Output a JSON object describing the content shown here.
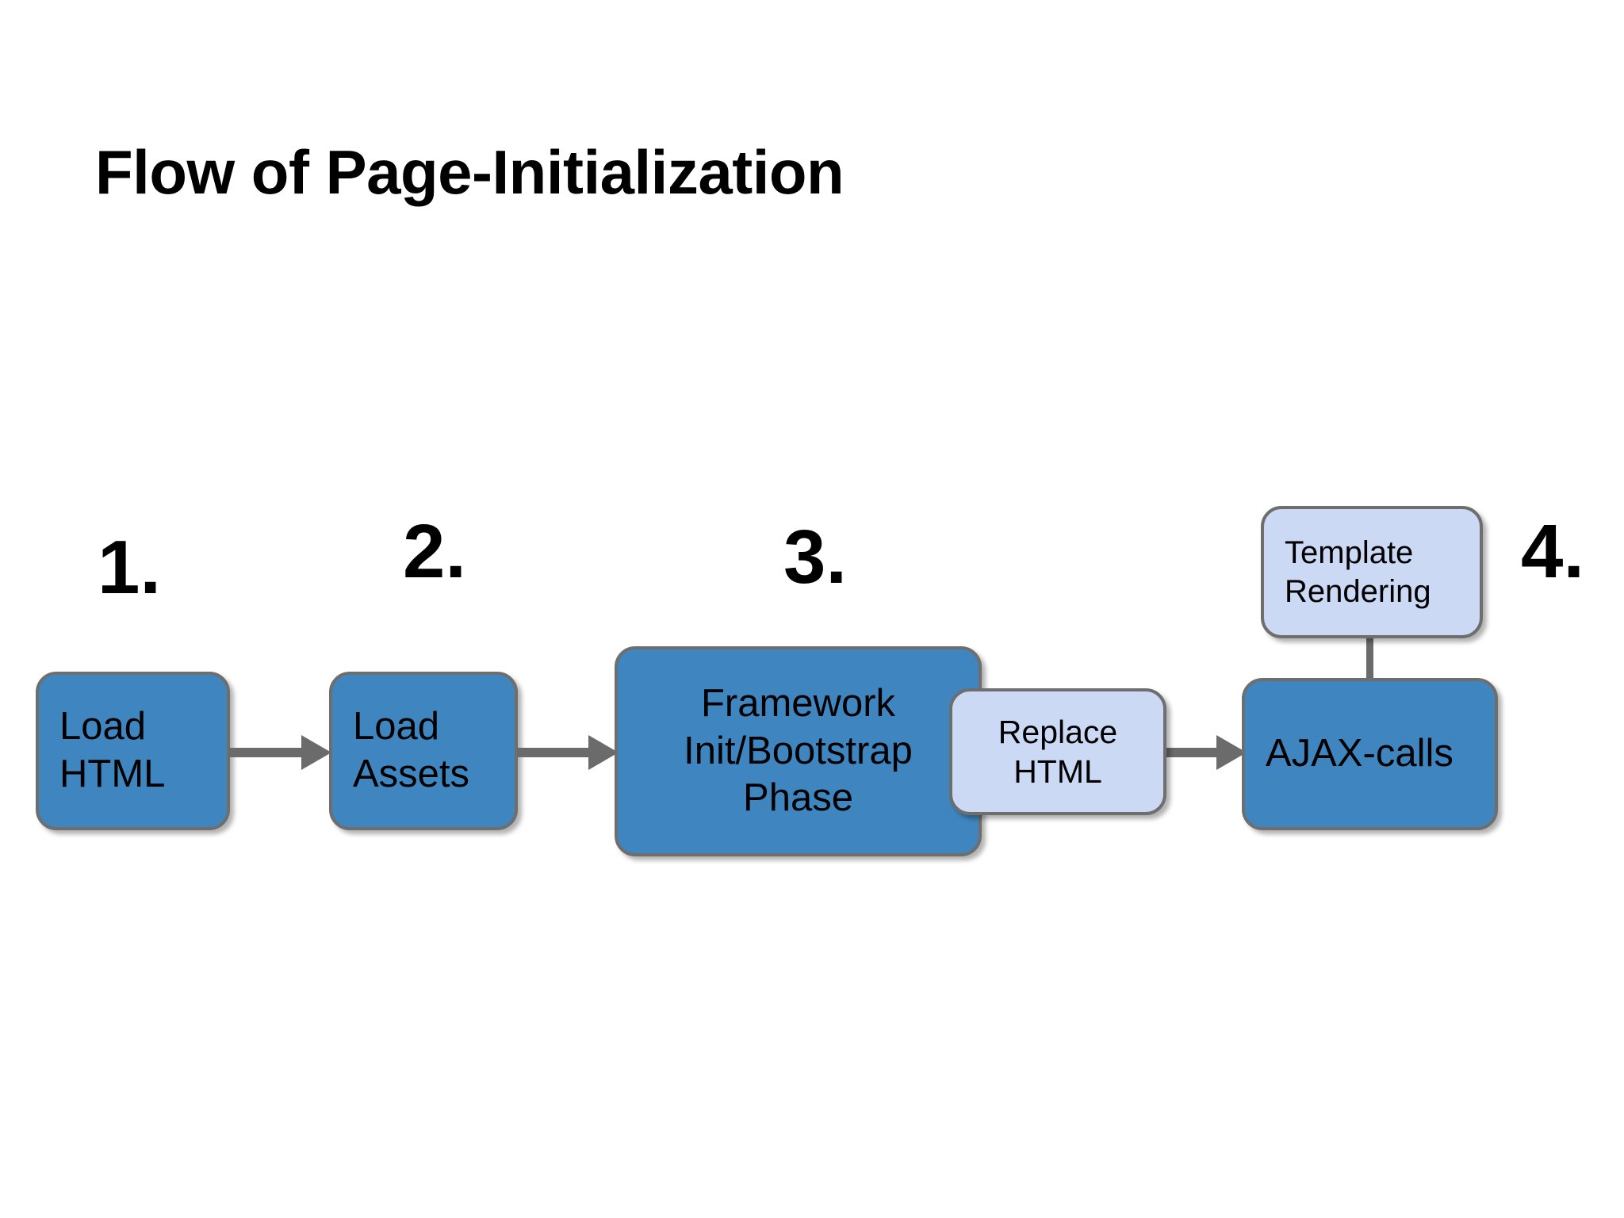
{
  "slide": {
    "title": "Flow of Page-Initialization",
    "background_color": "#ffffff"
  },
  "colors": {
    "box_dark_blue": "#3f86c0",
    "box_light_blue": "#cbd9f5",
    "box_border_gray": "#6e6e6e",
    "arrow_gray": "#6b6b6b",
    "text_black": "#000000"
  },
  "steps": [
    {
      "number": "1.",
      "node_id": "load-html"
    },
    {
      "number": "2.",
      "node_id": "load-assets"
    },
    {
      "number": "3.",
      "node_id": "framework"
    },
    {
      "number": "4.",
      "node_id": "ajax-calls"
    }
  ],
  "nodes": {
    "load_html": {
      "label": "Load\nHTML",
      "line1": "Load",
      "line2": "HTML",
      "style": "dark"
    },
    "load_assets": {
      "label": "Load\nAssets",
      "line1": "Load",
      "line2": "Assets",
      "style": "dark"
    },
    "framework": {
      "line1": "Framework",
      "line2": "Init/Bootstrap",
      "line3": "Phase",
      "style": "dark"
    },
    "replace_html": {
      "line1": "Replace",
      "line2": "HTML",
      "style": "light"
    },
    "ajax_calls": {
      "line1": "AJAX-calls",
      "style": "dark"
    },
    "template_rendering": {
      "line1": "Template",
      "line2": "Rendering",
      "style": "light"
    }
  },
  "connectors": [
    {
      "from": "load_html",
      "to": "load_assets",
      "type": "arrow-right"
    },
    {
      "from": "load_assets",
      "to": "framework",
      "type": "arrow-right"
    },
    {
      "from": "replace_html",
      "to": "ajax_calls",
      "type": "arrow-right"
    },
    {
      "from": "template_rendering",
      "to": "ajax_calls",
      "type": "line-vertical"
    }
  ]
}
